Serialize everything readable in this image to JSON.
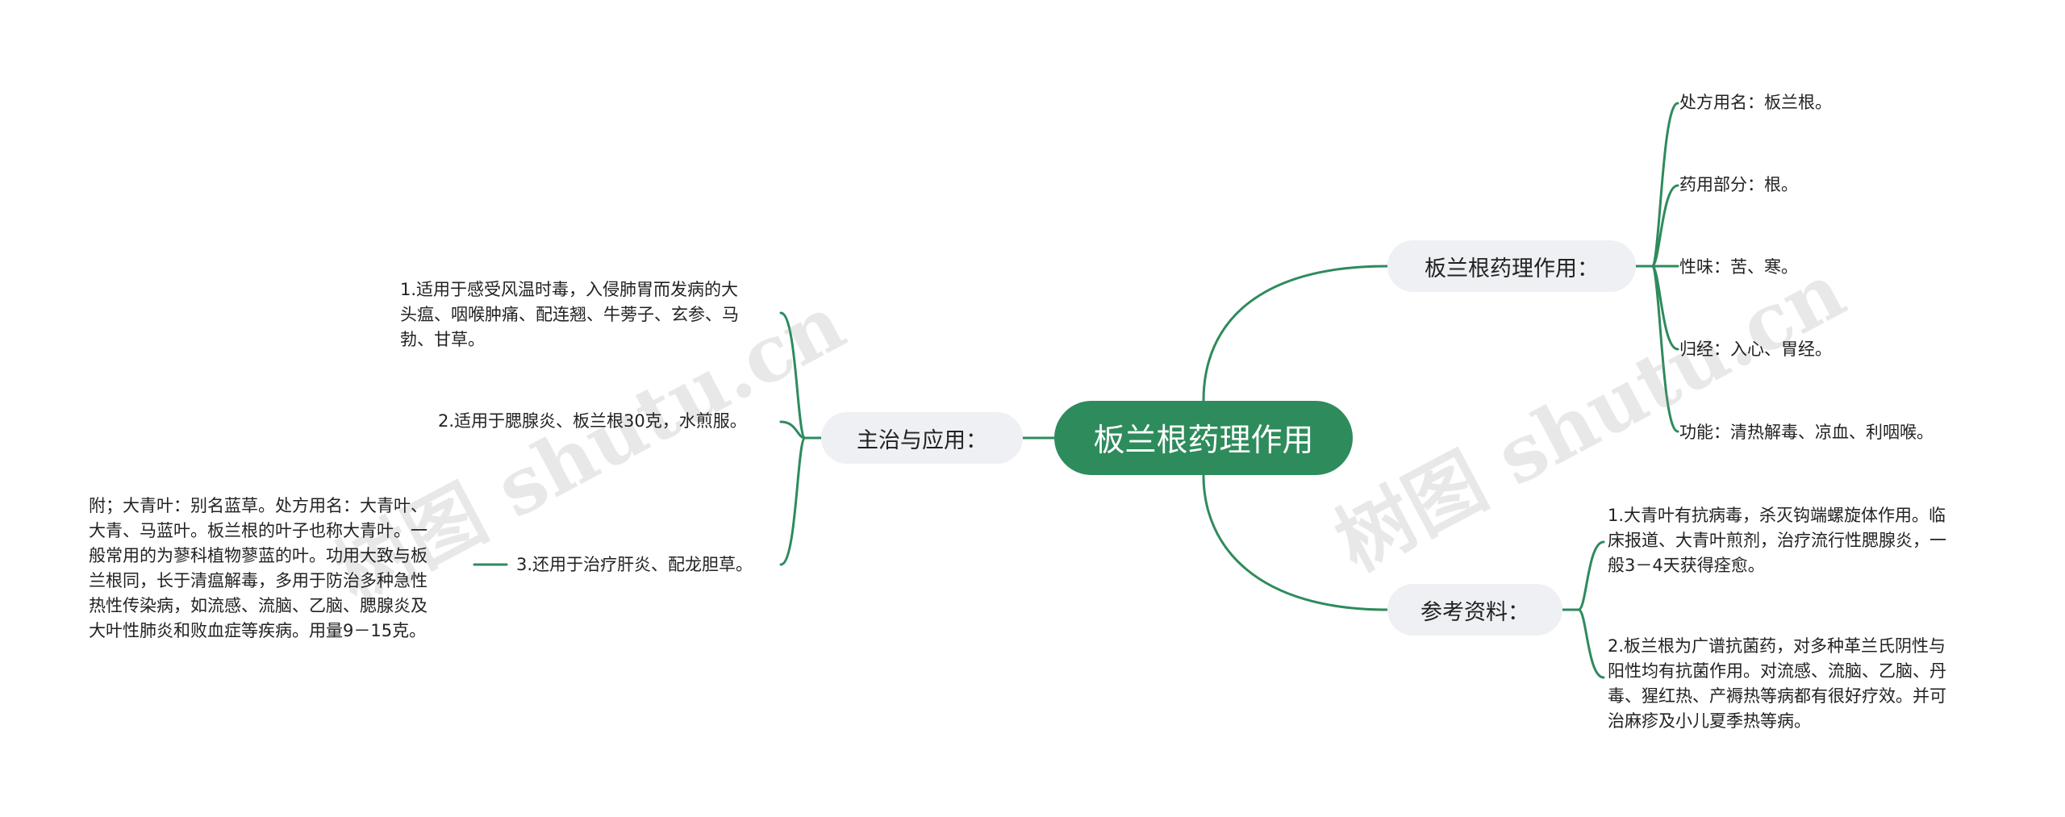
{
  "center": {
    "label": "板兰根药理作用"
  },
  "branches": {
    "pharmacology": {
      "label": "板兰根药理作用：",
      "items": [
        "处方用名：板兰根。",
        "药用部分：根。",
        "性味：苦、寒。",
        "归经：入心、胃经。",
        "功能：清热解毒、凉血、利咽喉。"
      ]
    },
    "references": {
      "label": "参考资料：",
      "items": [
        [
          "1.大青叶有抗病毒，杀灭钩端螺旋体作用。临",
          "床报道、大青叶煎剂，治疗流行性腮腺炎，一",
          "般3－4天获得痊愈。"
        ],
        [
          "2.板兰根为广谱抗菌药，对多种革兰氏阴性与",
          "阳性均有抗菌作用。对流感、流脑、乙脑、丹",
          "毒、猩红热、产褥热等病都有很好疗效。并可",
          "治麻疹及小儿夏季热等病。"
        ]
      ]
    },
    "indications": {
      "label": "主治与应用：",
      "items": [
        [
          "1.适用于感受风温时毒，入侵肺胃而发病的大",
          "头瘟、咽喉肿痛、配连翘、牛蒡子、玄参、马",
          "勃、甘草。"
        ],
        [
          "2.适用于腮腺炎、板兰根30克，水煎服。"
        ],
        [
          "3.还用于治疗肝炎、配龙胆草。"
        ]
      ],
      "note": [
        "附；大青叶：别名蓝草。处方用名：大青叶、",
        "大青、马蓝叶。板兰根的叶子也称大青叶。一",
        "般常用的为蓼科植物蓼蓝的叶。功用大致与板",
        "兰根同，长于清瘟解毒，多用于防治多种急性",
        "热性传染病，如流感、流脑、乙脑、腮腺炎及",
        "大叶性肺炎和败血症等疾病。用量9－15克。"
      ]
    }
  },
  "watermark": "树图 shutu.cn",
  "colors": {
    "accent": "#2e8b5c",
    "branch_bg": "#eef0f3",
    "text": "#222222"
  }
}
